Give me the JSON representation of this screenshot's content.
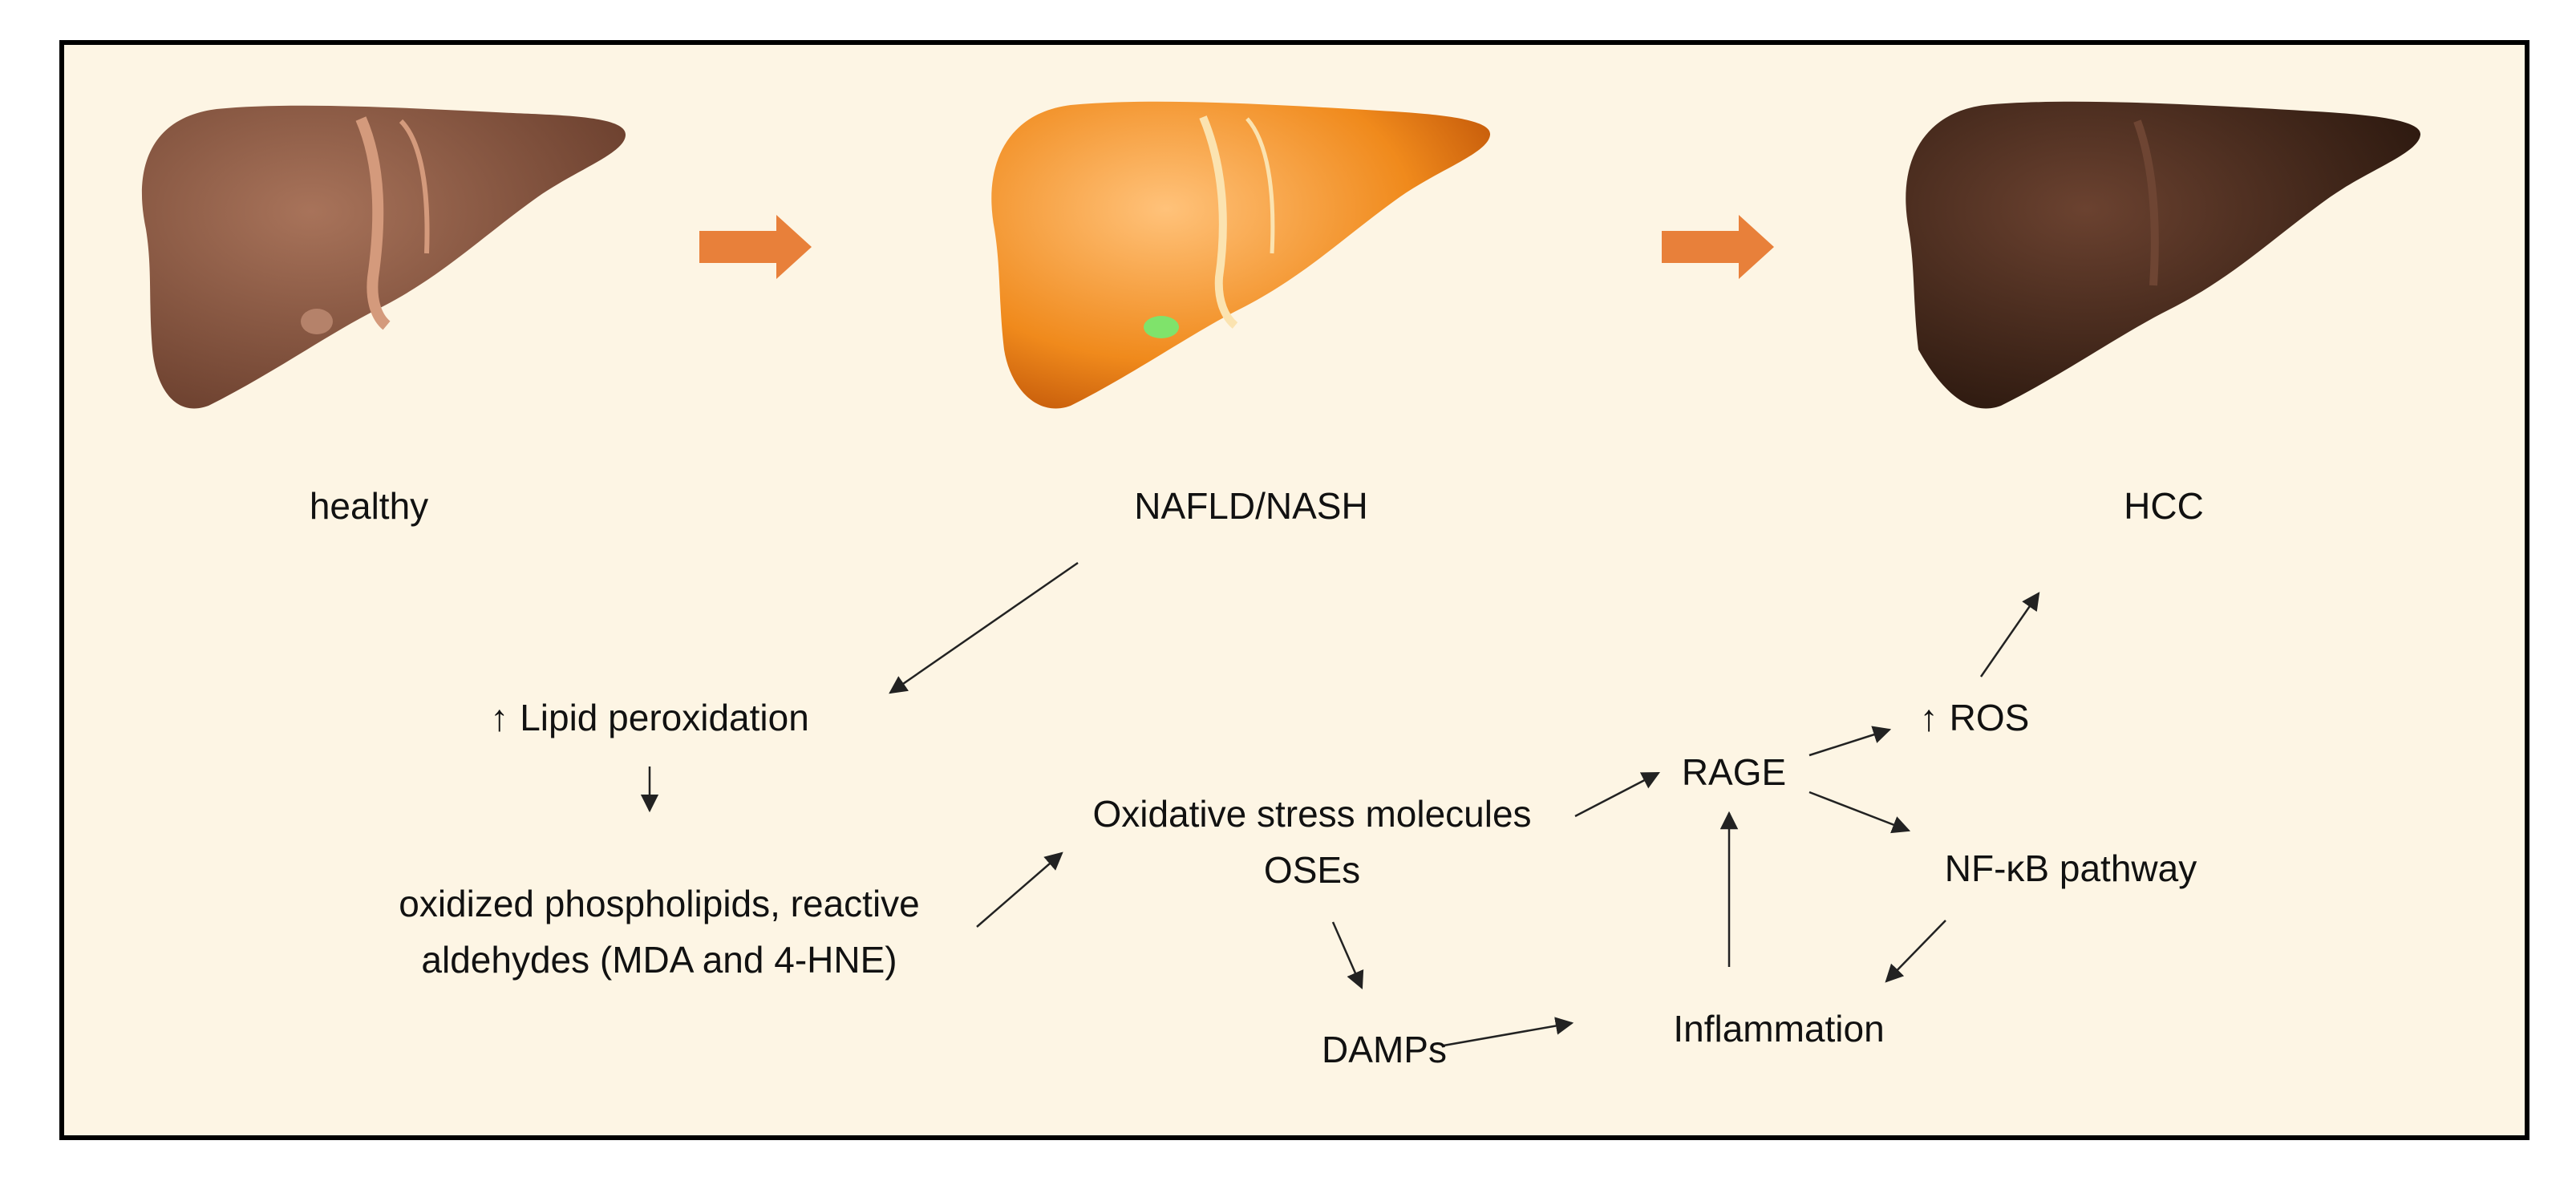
{
  "colors": {
    "background": "#fdf5e4",
    "border": "#000000",
    "stage_arrow": "#e8803a",
    "healthy_liver": "#8e5a3e",
    "fatty_liver": "#f08a1c",
    "cancer_liver": "#4a2b1c",
    "text": "#111111"
  },
  "stages": {
    "healthy": "healthy",
    "nafld": "NAFLD/NASH",
    "hcc": "HCC"
  },
  "nodes": {
    "up_arrow_symbol": "↑",
    "lipid_peroxidation": "Lipid peroxidation",
    "oxidized_line1": "oxidized phospholipids, reactive",
    "oxidized_line2": "aldehydes (MDA and 4-HNE)",
    "oxidative_line1": "Oxidative stress molecules",
    "oxidative_line2": "OSEs",
    "damps": "DAMPs",
    "inflammation": "Inflammation",
    "rage": "RAGE",
    "ros": "ROS",
    "nfkb": "NF-κB pathway"
  }
}
